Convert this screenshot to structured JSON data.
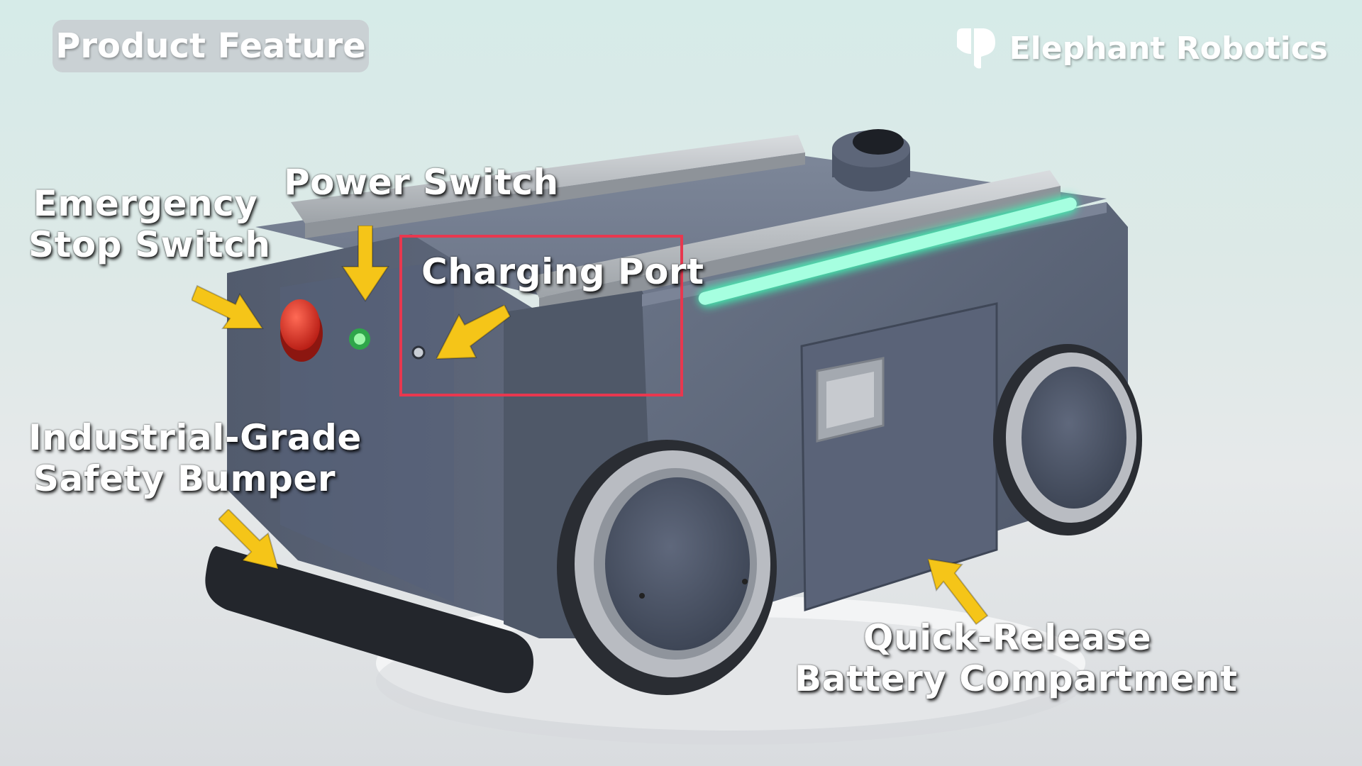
{
  "header": {
    "badge_text": "Product Feature",
    "brand_name": "Elephant Robotics"
  },
  "callouts": {
    "emergency_stop": {
      "line1": "Emergency",
      "line2": "Stop Switch"
    },
    "power_switch": "Power Switch",
    "charging_port": "Charging Port",
    "safety_bumper": {
      "line1": "Industrial-Grade",
      "line2": "Safety Bumper"
    },
    "battery_compartment": {
      "line1": "Quick-Release",
      "line2": "Battery Compartment"
    }
  },
  "colors": {
    "arrow": "#f5c518",
    "highlight_box": "#e8384f",
    "robot_body": "#5a6478",
    "led_strip": "#3ff0b0",
    "estop_button": "#d8281e",
    "power_led": "#3fd15a"
  },
  "icons": {
    "brand_logo": "elephant-logo-icon",
    "arrow": "arrow-icon"
  }
}
